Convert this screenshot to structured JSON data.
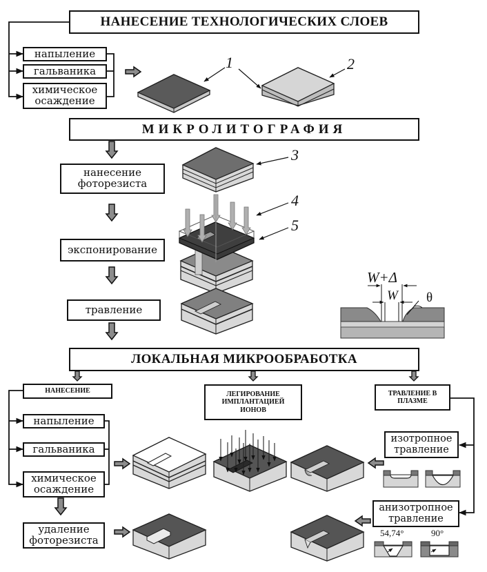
{
  "sections": {
    "layers": {
      "title": "НАНЕСЕНИЕ ТЕХНОЛОГИЧЕСКИХ СЛОЕВ",
      "methods": [
        "напыление",
        "гальваника",
        "химическое осаждение"
      ]
    },
    "lithography": {
      "title": "МИКРОЛИТОГРАФИЯ",
      "steps": [
        "нанесение фоторезиста",
        "экспонирование",
        "травление"
      ]
    },
    "local": {
      "title": "ЛОКАЛЬНАЯ МИКРООБРАБОТКА",
      "deposition": {
        "title": "НАНЕСЕНИЕ",
        "methods": [
          "напыление",
          "гальваника",
          "химическое осаждение"
        ],
        "final_step": "удаление фоторезиста"
      },
      "doping": {
        "title": "ЛЕГИРОВАНИЕ ИМПЛАНТАЦИЕЙ ИОНОВ"
      },
      "plasma": {
        "title": "ТРАВЛЕНИЕ В ПЛАЗМЕ",
        "isotropic": "изотропное травление",
        "anisotropic": "анизотропное травление",
        "angles": [
          "54,74°",
          "90°"
        ]
      }
    }
  },
  "callouts": [
    "1",
    "2",
    "3",
    "4",
    "5"
  ],
  "etch_profile": {
    "w_plus_delta": "W+Δ",
    "w": "W",
    "theta": "θ"
  },
  "colors": {
    "dark_layer": "#4a4a4a",
    "mid_layer": "#8a8a8a",
    "light_layer": "#d2d2d2",
    "arrow_fill": "#8c8c8c"
  }
}
